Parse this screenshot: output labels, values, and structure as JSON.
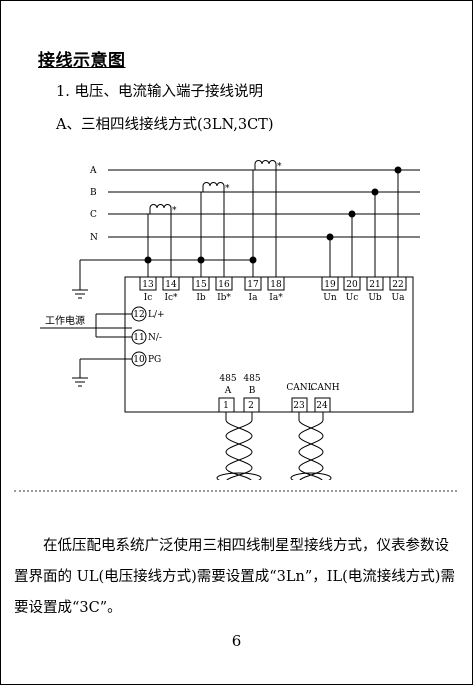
{
  "section_title": "接线示意图",
  "subtitle": "1. 电压、电流输入端子接线说明",
  "mode_title": "A、三相四线接线方式(3LN,3CT)",
  "diagram": {
    "phase_labels": [
      "A",
      "B",
      "C",
      "N"
    ],
    "terminals": [
      {
        "num": "13",
        "label": "Ic"
      },
      {
        "num": "14",
        "label": "Ic*"
      },
      {
        "num": "15",
        "label": "Ib"
      },
      {
        "num": "16",
        "label": "Ib*"
      },
      {
        "num": "17",
        "label": "Ia"
      },
      {
        "num": "18",
        "label": "Ia*"
      },
      {
        "num": "19",
        "label": "Un"
      },
      {
        "num": "20",
        "label": "Uc"
      },
      {
        "num": "21",
        "label": "Ub"
      },
      {
        "num": "22",
        "label": "Ua"
      }
    ],
    "ct_star": "*",
    "power_label": "工作电源",
    "power_terminals": [
      {
        "num": "12",
        "label": "L/+"
      },
      {
        "num": "11",
        "label": "N/-"
      },
      {
        "num": "10",
        "label": "PG"
      }
    ],
    "comm_terminals": [
      {
        "num": "1",
        "top": "485",
        "sub": "A"
      },
      {
        "num": "2",
        "top": "485",
        "sub": "B"
      },
      {
        "num": "23",
        "top": "CANL",
        "sub": ""
      },
      {
        "num": "24",
        "top": "CANH",
        "sub": ""
      }
    ]
  },
  "body_text": "在低压配电系统广泛使用三相四线制星型接线方式，仪表参数设置界面的 UL(电压接线方式)需要设置成“3Ln”，IL(电流接线方式)需要设置成“3C”。",
  "page_number": "6"
}
